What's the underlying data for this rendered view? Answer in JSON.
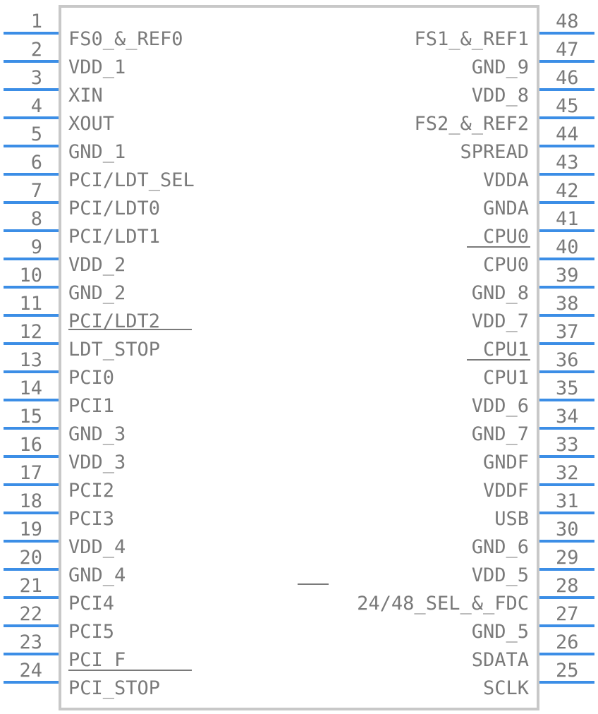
{
  "component": {
    "left_pins": [
      {
        "number": "1",
        "name": "FS0_&_REF0"
      },
      {
        "number": "2",
        "name": "VDD_1"
      },
      {
        "number": "3",
        "name": "XIN"
      },
      {
        "number": "4",
        "name": "XOUT"
      },
      {
        "number": "5",
        "name": "GND_1"
      },
      {
        "number": "6",
        "name": "PCI/LDT_SEL"
      },
      {
        "number": "7",
        "name": "PCI/LDT0"
      },
      {
        "number": "8",
        "name": "PCI/LDT1"
      },
      {
        "number": "9",
        "name": "VDD_2"
      },
      {
        "number": "10",
        "name": "GND_2"
      },
      {
        "number": "11",
        "name": "PCI/LDT2"
      },
      {
        "number": "12",
        "name": "LDT_STOP"
      },
      {
        "number": "13",
        "name": "PCI0"
      },
      {
        "number": "14",
        "name": "PCI1"
      },
      {
        "number": "15",
        "name": "GND_3"
      },
      {
        "number": "16",
        "name": "VDD_3"
      },
      {
        "number": "17",
        "name": "PCI2"
      },
      {
        "number": "18",
        "name": "PCI3"
      },
      {
        "number": "19",
        "name": "VDD_4"
      },
      {
        "number": "20",
        "name": "GND_4"
      },
      {
        "number": "21",
        "name": "PCI4"
      },
      {
        "number": "22",
        "name": "PCI5"
      },
      {
        "number": "23",
        "name": "PCI_F"
      },
      {
        "number": "24",
        "name": "PCI_STOP"
      }
    ],
    "right_pins": [
      {
        "number": "48",
        "name": "FS1_&_REF1"
      },
      {
        "number": "47",
        "name": "GND_9"
      },
      {
        "number": "46",
        "name": "VDD_8"
      },
      {
        "number": "45",
        "name": "FS2_&_REF2"
      },
      {
        "number": "44",
        "name": "SPREAD"
      },
      {
        "number": "43",
        "name": "VDDA"
      },
      {
        "number": "42",
        "name": "GNDA"
      },
      {
        "number": "41",
        "name": "CPU0"
      },
      {
        "number": "40",
        "name": "CPU0"
      },
      {
        "number": "39",
        "name": "GND_8"
      },
      {
        "number": "38",
        "name": "VDD_7"
      },
      {
        "number": "37",
        "name": "CPU1"
      },
      {
        "number": "36",
        "name": "CPU1"
      },
      {
        "number": "35",
        "name": "VDD_6"
      },
      {
        "number": "34",
        "name": "GND_7"
      },
      {
        "number": "33",
        "name": "GNDF"
      },
      {
        "number": "32",
        "name": "VDDF"
      },
      {
        "number": "31",
        "name": "USB"
      },
      {
        "number": "30",
        "name": "GND_6"
      },
      {
        "number": "29",
        "name": "VDD_5"
      },
      {
        "number": "28",
        "name": "24/48_SEL_&_FDC"
      },
      {
        "number": "27",
        "name": "GND_5"
      },
      {
        "number": "26",
        "name": "SDATA"
      },
      {
        "number": "25",
        "name": "SCLK"
      }
    ],
    "colors": {
      "body_outline": "#c8c8c8",
      "pin_line": "#3c8ee6",
      "text": "#7a7a7a"
    }
  }
}
